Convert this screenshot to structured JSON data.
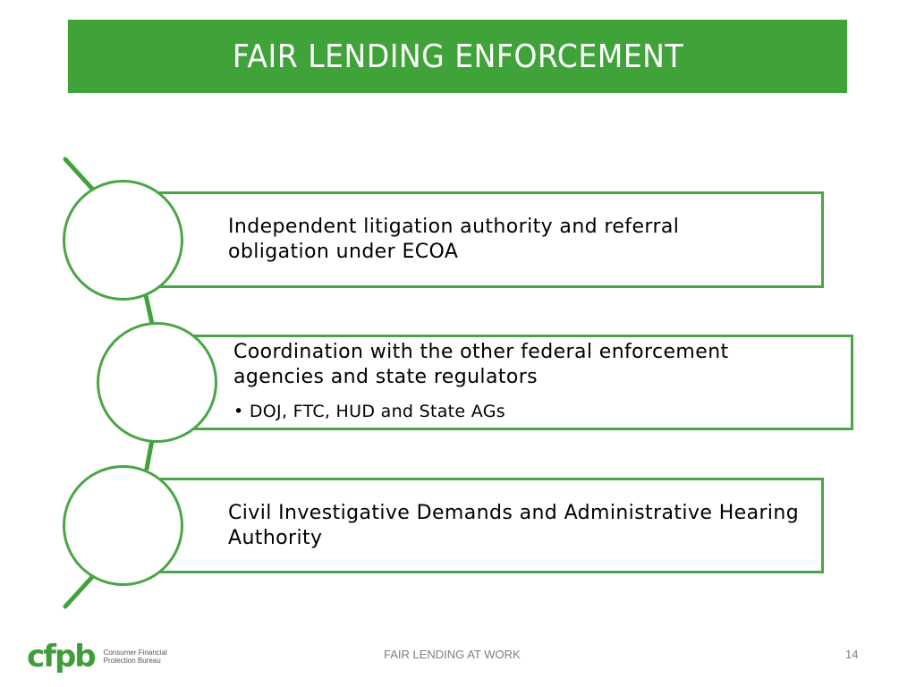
{
  "slide": {
    "title": "FAIR LENDING ENFORCEMENT",
    "accent_color": "#40a33a",
    "items": [
      {
        "text": "Independent litigation authority and referral obligation under ECOA",
        "bullets": []
      },
      {
        "text": "Coordination with the other federal enforcement agencies and state regulators",
        "bullets": [
          "DOJ, FTC, HUD and State AGs"
        ]
      },
      {
        "text": "Civil Investigative Demands and Administrative Hearing Authority",
        "bullets": []
      }
    ]
  },
  "footer": {
    "center_text": "FAIR LENDING AT WORK",
    "page_number": "14",
    "logo": {
      "mark": "cfpb",
      "line1": "Consumer Financial",
      "line2": "Protection Bureau"
    }
  }
}
